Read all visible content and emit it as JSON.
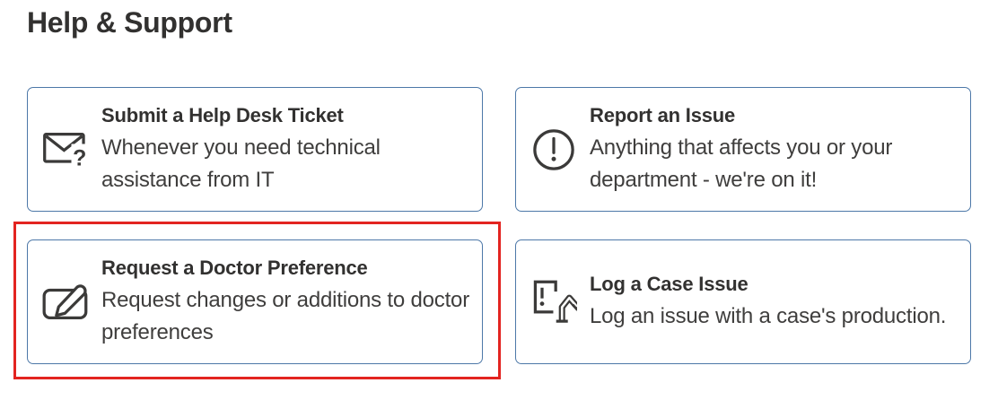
{
  "header": {
    "title": "Help & Support"
  },
  "cards": [
    {
      "title": "Submit a Help Desk Ticket",
      "description": "Whenever you need technical assistance from IT",
      "icon": "mail-question-icon"
    },
    {
      "title": "Report an Issue",
      "description": "Anything that affects you or your department - we're on it!",
      "icon": "alert-circle-icon"
    },
    {
      "title": "Request a Doctor Preference",
      "description": "Request changes or additions to doctor preferences",
      "icon": "compose-edit-icon",
      "highlighted": true
    },
    {
      "title": "Log a Case Issue",
      "description": "Log an issue with a case's production.",
      "icon": "document-production-issue-icon"
    }
  ],
  "annotation": {
    "type": "highlight-rectangle",
    "color": "#e32420",
    "target": "Request a Doctor Preference"
  },
  "colors": {
    "card_border": "#4d78a8",
    "title_text": "#323130",
    "description_text": "#3f3e3d",
    "icon_color": "#3b3a39"
  }
}
